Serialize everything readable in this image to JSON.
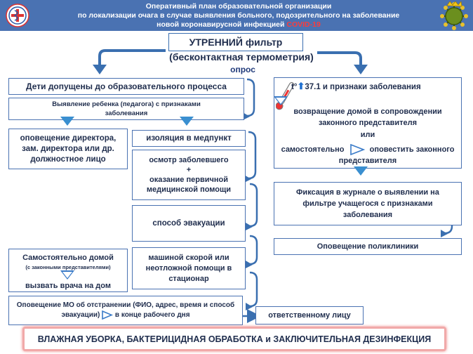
{
  "header": {
    "line1": "Оперативный план образовательной организации",
    "line2": "по локализации очага в случае выявления больного, подозрительного на заболевание",
    "line3_prefix": "новой коронавирусной инфекцией",
    "line3_highlight": "COVID-19"
  },
  "top": {
    "filter_title": "УТРЕННИЙ фильтр",
    "filter_subtitle": "(бесконтактная термометрия)",
    "survey": "опрос"
  },
  "left": {
    "admitted": "Дети допущены до образовательного процесса",
    "detection": "Выявление ребенка (педагога) с признаками заболевания",
    "notify_director": "оповещение директора, зам. директора или др. должностное лицо",
    "isolation": "изоляция в медпункт",
    "exam_line1": "осмотр заболевшего",
    "exam_plus": "+",
    "exam_line2": "оказание первичной медицинской помощи",
    "evacuation": "способ эвакуации",
    "independently_home": "Самостоятельно домой",
    "with_reps": "(с законными представителями)",
    "call_doctor": "вызвать врача на дом",
    "ambulance": "машиной скорой или неотложной помощи в стационар",
    "notify_mo": "Оповещение МО об отстранении (ФИО, адрес, время и способ эвакуации)",
    "end_of_day": "в конце рабочего дня",
    "responsible": "ответственному лицу"
  },
  "right": {
    "temp": "t°",
    "temp_value": "37.1 и признаки заболевания",
    "return_home": "возвращение домой в сопровождении законного представителя",
    "or": "или",
    "independently": "самостоятельно",
    "notify": "оповестить законного представителя",
    "journal": "Фиксация в журнале о выявлении на фильтре учащегося с признаками заболевания",
    "clinic": "Оповещение поликлиники"
  },
  "footer": {
    "text": "ВЛАЖНАЯ УБОРКА, БАКТЕРИЦИДНАЯ ОБРАБОТКА и ЗАКЛЮЧИТЕЛЬНАЯ ДЕЗИНФЕКЦИЯ"
  }
}
